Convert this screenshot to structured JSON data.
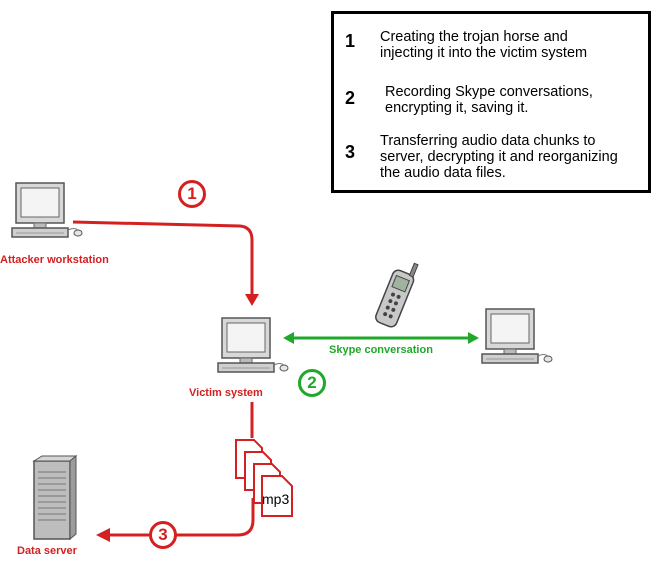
{
  "legend": {
    "steps": [
      {
        "num": "1",
        "line1": "Creating the trojan horse and",
        "line2": "injecting it into the victim system",
        "line3": ""
      },
      {
        "num": "2",
        "line1": "Recording Skype conversations,",
        "line2": "encrypting it, saving it.",
        "line3": ""
      },
      {
        "num": "3",
        "line1": "Transferring audio data chunks to",
        "line2": "server, decrypting it and reorganizing",
        "line3": "the audio data files."
      }
    ]
  },
  "nodes": {
    "attacker": "Attacker workstation",
    "victim": "Victim system",
    "data_server": "Data server",
    "skype": "Skype conversation"
  },
  "badges": {
    "one": "1",
    "two": "2",
    "three": "3"
  },
  "file_label": "mp3",
  "colors": {
    "red": "#d42020",
    "green": "#1fa82a",
    "frame": "#000000"
  }
}
